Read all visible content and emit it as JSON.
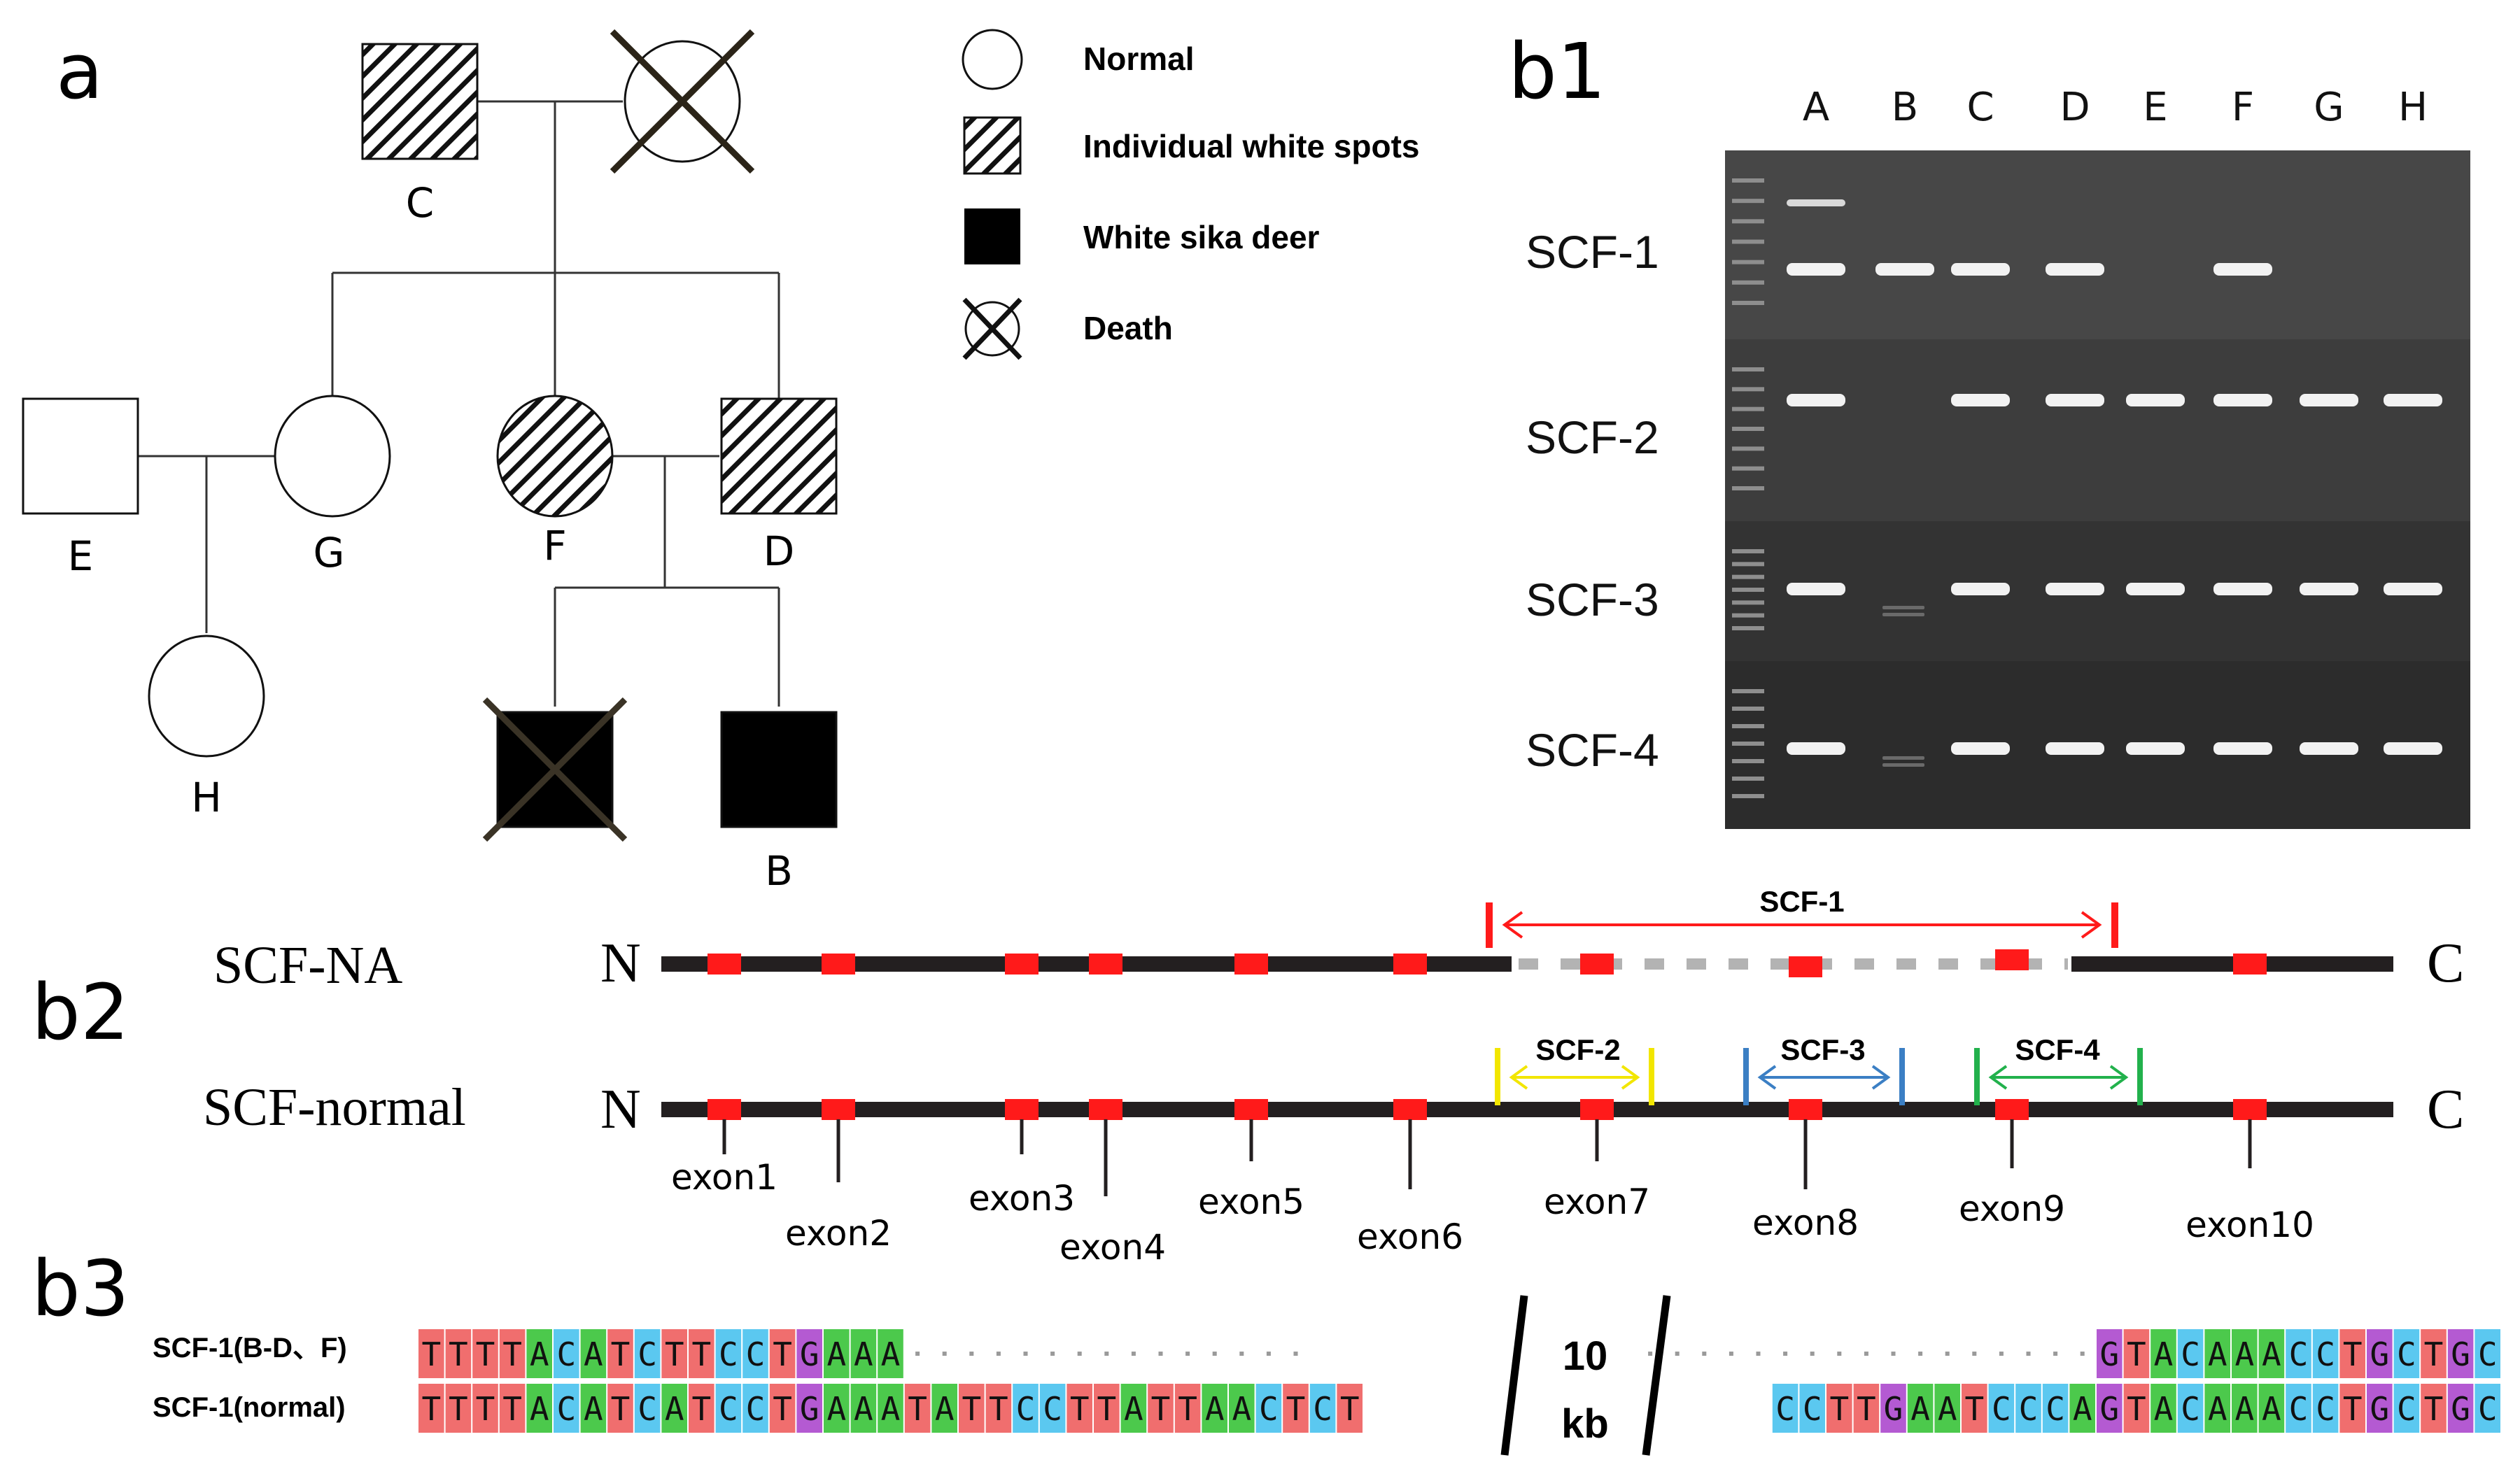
{
  "panels": {
    "a": "a",
    "b1": "b1",
    "b2": "b2",
    "b3": "b3"
  },
  "pedigree": {
    "individuals": [
      {
        "id": "C",
        "label": "C",
        "sex": "male",
        "phenotype": "spots",
        "deceased": false
      },
      {
        "id": "P2",
        "label": "",
        "sex": "female",
        "phenotype": "normal",
        "deceased": true
      },
      {
        "id": "E",
        "label": "E",
        "sex": "male",
        "phenotype": "normal",
        "deceased": false
      },
      {
        "id": "G",
        "label": "G",
        "sex": "female",
        "phenotype": "normal",
        "deceased": false
      },
      {
        "id": "F",
        "label": "F",
        "sex": "female",
        "phenotype": "spots",
        "deceased": false
      },
      {
        "id": "D",
        "label": "D",
        "sex": "male",
        "phenotype": "spots",
        "deceased": false
      },
      {
        "id": "H",
        "label": "H",
        "sex": "female",
        "phenotype": "normal",
        "deceased": false
      },
      {
        "id": "X",
        "label": "",
        "sex": "male",
        "phenotype": "white",
        "deceased": true
      },
      {
        "id": "B",
        "label": "B",
        "sex": "male",
        "phenotype": "white",
        "deceased": false
      }
    ]
  },
  "legend": [
    {
      "symbol": "circle-normal",
      "label": "Normal"
    },
    {
      "symbol": "square-hatched",
      "label": "Individual white spots"
    },
    {
      "symbol": "square-filled",
      "label": "White sika deer"
    },
    {
      "symbol": "circle-crossed",
      "label": "Death"
    }
  ],
  "gel": {
    "lanes": [
      "A",
      "B",
      "C",
      "D",
      "E",
      "F",
      "G",
      "H"
    ],
    "rows": [
      {
        "name": "SCF-1",
        "bands": [
          1,
          1,
          1,
          1,
          0,
          1,
          0,
          0
        ]
      },
      {
        "name": "SCF-2",
        "bands": [
          1,
          0,
          1,
          1,
          1,
          1,
          1,
          1
        ]
      },
      {
        "name": "SCF-3",
        "bands": [
          1,
          0,
          1,
          1,
          1,
          1,
          1,
          1
        ]
      },
      {
        "name": "SCF-4",
        "bands": [
          1,
          0,
          1,
          1,
          1,
          1,
          1,
          1
        ]
      }
    ]
  },
  "gene": {
    "na_label": "SCF-NA",
    "normal_label": "SCF-normal",
    "n_terminal": "N",
    "c_terminal": "C",
    "exons": [
      "exon1",
      "exon2",
      "exon3",
      "exon4",
      "exon5",
      "exon6",
      "exon7",
      "exon8",
      "exon9",
      "exon10"
    ],
    "deletion_label": "SCF-1",
    "amplicons": [
      {
        "name": "SCF-2",
        "color": "#f2e600"
      },
      {
        "name": "SCF-3",
        "color": "#3b7fc4"
      },
      {
        "name": "SCF-4",
        "color": "#22b14c"
      }
    ],
    "colors": {
      "exon": "#ff1a1a",
      "deletion": "#ff1a1a",
      "line": "#231f20",
      "gap": "#b3b3b3"
    }
  },
  "alignment": {
    "rows": [
      {
        "name": "SCF-1(B-D、F)",
        "left": "TTTTACATCTTCCTGAAA",
        "left_gap": 15,
        "right_gap": 17,
        "right": "GTACAAACCTGCTGC"
      },
      {
        "name": "SCF-1(normal)",
        "left": "TTTTACATCATCCTGAAATATTCCTTATTAACTCT",
        "left_gap": 0,
        "right_gap": 0,
        "right": "CCTTGAATCCCAGTACAAACCTGCTGC"
      }
    ],
    "gap_line1": "10",
    "gap_line2": "kb",
    "colors": {
      "A": "#4cc94c",
      "T": "#f06e6e",
      "C": "#5bc8f0",
      "G": "#b45ad2"
    }
  }
}
